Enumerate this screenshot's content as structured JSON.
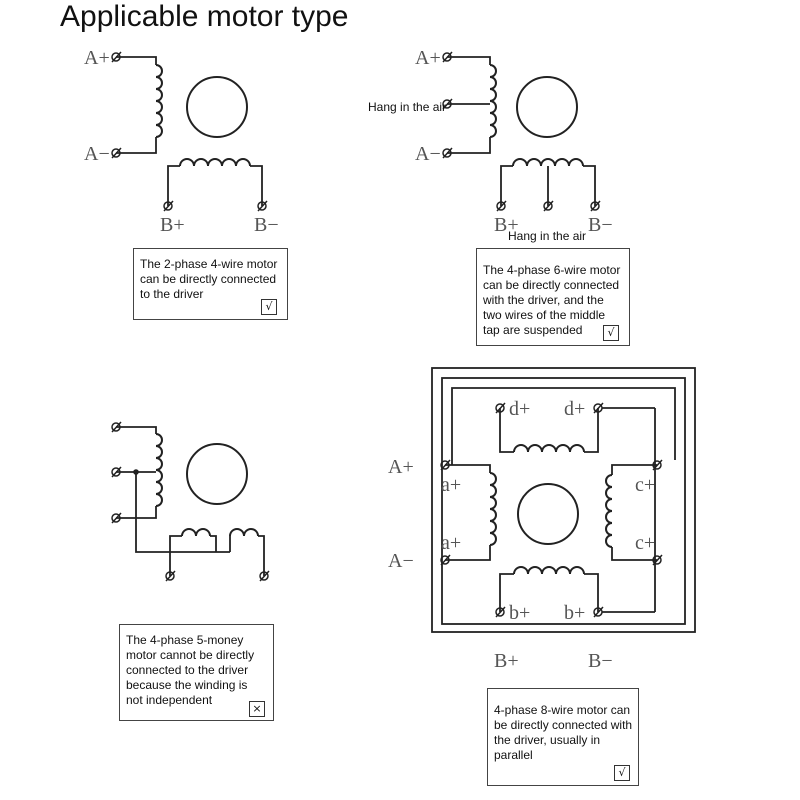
{
  "title": "Applicable motor type",
  "diagrams": {
    "four_wire": {
      "labels": {
        "a_plus": "A+",
        "a_minus": "A−",
        "b_plus": "B+",
        "b_minus": "B−"
      },
      "box_text": "The 2-phase 4-wire motor\ncan be directly connected\nto the driver",
      "verdict": "√"
    },
    "six_wire": {
      "labels": {
        "a_plus": "A+",
        "a_minus": "A−",
        "b_plus": "B+",
        "b_minus": "B−"
      },
      "note_center": "Hang in the air",
      "note_bottom": "Hang in the air",
      "box_text": "The 4-phase 6-wire motor\ncan be directly connected\nwith the driver, and the\ntwo wires of the middle\ntap are suspended",
      "verdict": "√"
    },
    "five_wire": {
      "box_text": "The 4-phase 5-money\nmotor cannot be directly\nconnected to the driver\nbecause the winding is\nnot independent",
      "verdict": "×"
    },
    "eight_wire": {
      "labels": {
        "a_plus": "A+",
        "a_minus": "A−",
        "b_plus": "B+",
        "b_minus": "B−",
        "d_left": "d+",
        "d_right": "d+",
        "a_top": "a+",
        "a_bottom": "a+",
        "c_top": "c+",
        "c_bottom": "c+",
        "b_left": "b+",
        "b_right": "b+"
      },
      "box_text": "4-phase 8-wire motor can\nbe directly connected with\nthe driver, usually in\nparallel",
      "verdict": "√"
    }
  }
}
